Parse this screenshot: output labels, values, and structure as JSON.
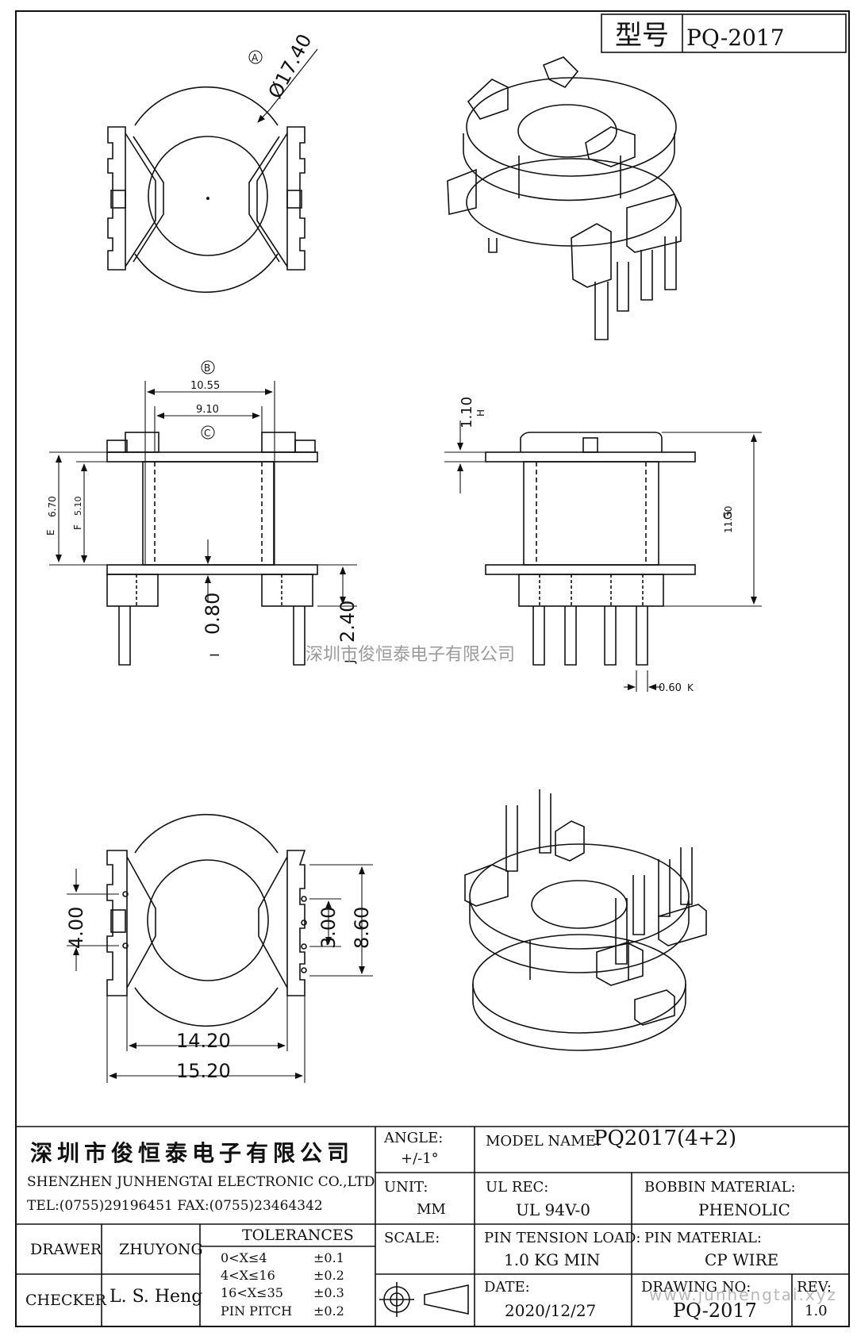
{
  "header": {
    "type_label": "型号",
    "model": "PQ-2017"
  },
  "dimensions": {
    "top_view_dia": "Ø17.40",
    "top_view_ref": "A",
    "width_outer": "10.55",
    "width_outer_ref": "B",
    "width_inner": "9.10",
    "width_inner_ref": "C",
    "height_outer": "6.70",
    "height_outer_ref": "E",
    "height_inner": "5.10",
    "height_inner_ref": "F",
    "flange": "0.80",
    "flange_ref": "I",
    "pin_len": "2.40",
    "pin_len_ref": "J",
    "top_step": "1.10",
    "top_step_ref": "H",
    "total_h": "11.30",
    "total_h_ref": "G",
    "pin_dia": "0.60",
    "pin_dia_ref": "K",
    "pitch_left": "4.00",
    "pitch_right": "3.00",
    "span_right": "8.60",
    "base_inner": "14.20",
    "base_outer": "15.20"
  },
  "watermark": "深圳市俊恒泰电子有限公司",
  "title_block": {
    "company_cn": "深圳市俊恒泰电子有限公司",
    "company_en": "SHENZHEN JUNHENGTAI ELECTRONIC CO.,LTD",
    "contact": "TEL:(0755)29196451 FAX:(0755)23464342",
    "angle_label": "ANGLE:",
    "angle_value": "+/-1°",
    "unit_label": "UNIT:",
    "unit_value": "MM",
    "scale_label": "SCALE:",
    "model_name_label": "MODEL NAME:",
    "model_name_value": "PQ2017(4+2)",
    "ul_label": "UL REC:",
    "ul_value": "UL 94V-0",
    "bobbin_label": "BOBBIN MATERIAL:",
    "bobbin_value": "PHENOLIC",
    "pin_tension_label": "PIN TENSION LOAD:",
    "pin_tension_value": "1.0 KG MIN",
    "pin_material_label": "PIN MATERIAL:",
    "pin_material_value": "CP WIRE",
    "drawer_label": "DRAWER",
    "drawer_value": "ZHUYONG",
    "checker_label": "CHECKER",
    "checker_value": "L. S. Heng",
    "tolerances_label": "TOLERANCES",
    "tol_rows": [
      {
        "range": "0<X≤4",
        "tol": "±0.1"
      },
      {
        "range": "4<X≤16",
        "tol": "±0.2"
      },
      {
        "range": "16<X≤35",
        "tol": "±0.3"
      },
      {
        "range": "PIN PITCH",
        "tol": "±0.2"
      }
    ],
    "date_label": "DATE:",
    "date_value": "2020/12/27",
    "drawing_no_label": "DRAWING NO:",
    "drawing_no_value": "PQ-2017",
    "rev_label": "REV:",
    "rev_value": "1.0",
    "site_watermark": "www.junhengtai.xyz"
  }
}
